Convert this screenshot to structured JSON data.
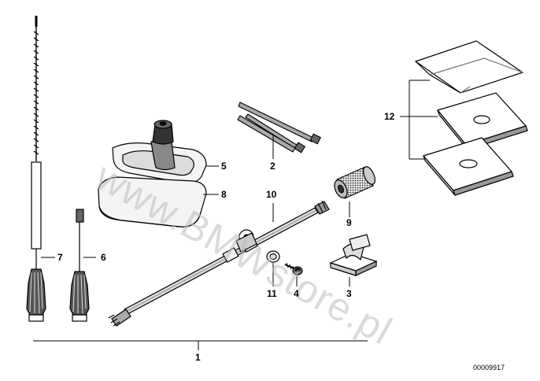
{
  "diagram": {
    "ref_number": "00009917",
    "watermark": "www.BMWstore.pl",
    "labels": {
      "p1": "1",
      "p2": "2",
      "p3": "3",
      "p4": "4",
      "p5": "5",
      "p6": "6",
      "p7": "7",
      "p8": "8",
      "p9": "9",
      "p10": "10",
      "p11": "11",
      "p12": "12"
    }
  }
}
